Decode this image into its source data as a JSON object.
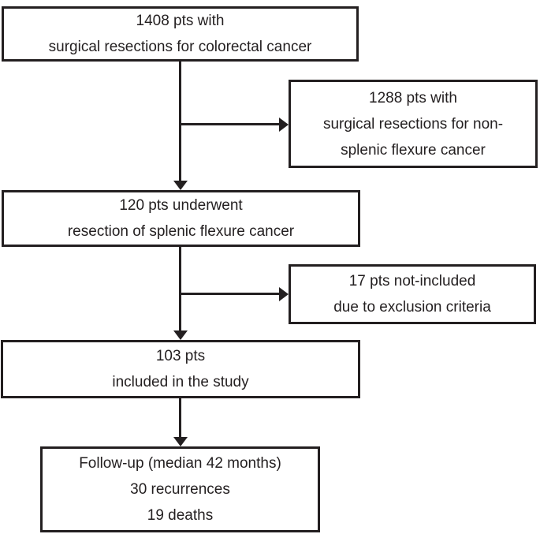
{
  "diagram": {
    "type": "patient-flow-chart",
    "background_color": "#ffffff",
    "line_color": "#231f20",
    "text_color": "#231f20",
    "boxes": {
      "total": {
        "line1": "1408 pts with",
        "line2": "surgical resections for colorectal cancer"
      },
      "non_splenic": {
        "line1": "1288 pts with",
        "line2": "surgical resections for non-",
        "line3": "splenic flexure cancer"
      },
      "splenic": {
        "line1": "120 pts underwent",
        "line2": "resection of splenic flexure cancer"
      },
      "excluded": {
        "line1": "17 pts not-included",
        "line2": "due to exclusion criteria"
      },
      "included": {
        "line1": "103 pts",
        "line2": "included in the study"
      },
      "followup": {
        "line1": "Follow-up (median 42 months)",
        "line2": "30 recurrences",
        "line3": "19 deaths"
      }
    }
  }
}
